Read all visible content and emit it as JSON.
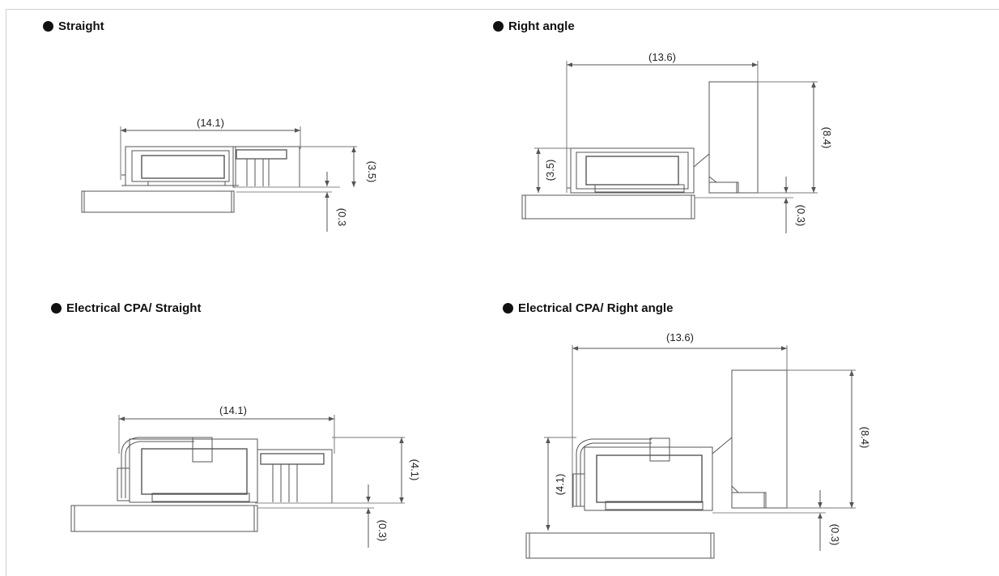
{
  "sections": [
    {
      "heading": "Straight",
      "dims": {
        "length": "(14.1)",
        "height": "(3.5)",
        "gap": "(0.3"
      }
    },
    {
      "heading": "Right angle",
      "dims": {
        "length": "(13.6)",
        "height_total": "(8.4)",
        "height": "(3.5)",
        "gap": "(0.3)"
      }
    },
    {
      "heading": "Electrical CPA/ Straight",
      "dims": {
        "length": "(14.1)",
        "height": "(4.1)",
        "gap": "(0.3)"
      }
    },
    {
      "heading": "Electrical CPA/ Right angle",
      "dims": {
        "length": "(13.6)",
        "height_total": "(8.4)",
        "height": "(4.1)",
        "gap": "(0.3)"
      }
    }
  ]
}
